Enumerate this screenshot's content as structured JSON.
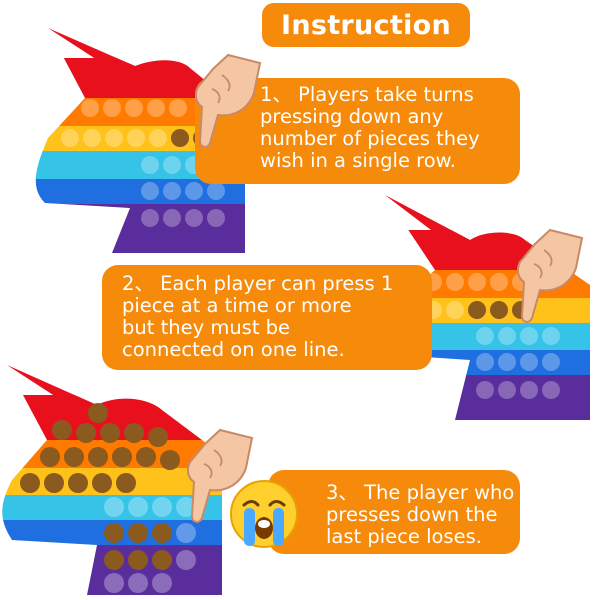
{
  "title": "Instruction",
  "steps": [
    {
      "text": "1、 Players take turns\npressing down any\nnumber of pieces they\nwish in a single row."
    },
    {
      "text": "2、 Each player can press 1\npiece at a time or more\nbut they must be\nconnected on one line."
    },
    {
      "text": "3、 The player who\npresses down the\nlast piece loses."
    }
  ],
  "colors": {
    "accent": "#f58a0b",
    "red": "#e8101c",
    "orange": "#ff7a00",
    "yellow": "#ffc21a",
    "cyan": "#36c3e8",
    "blue": "#1f6fe0",
    "purple": "#5a2d9c",
    "pressed": "#8a5a1e"
  },
  "icons": [
    "unicorn-pop-it-1",
    "unicorn-pop-it-2",
    "unicorn-pop-it-3",
    "pointing-hand-icon",
    "crying-emoji-icon"
  ]
}
